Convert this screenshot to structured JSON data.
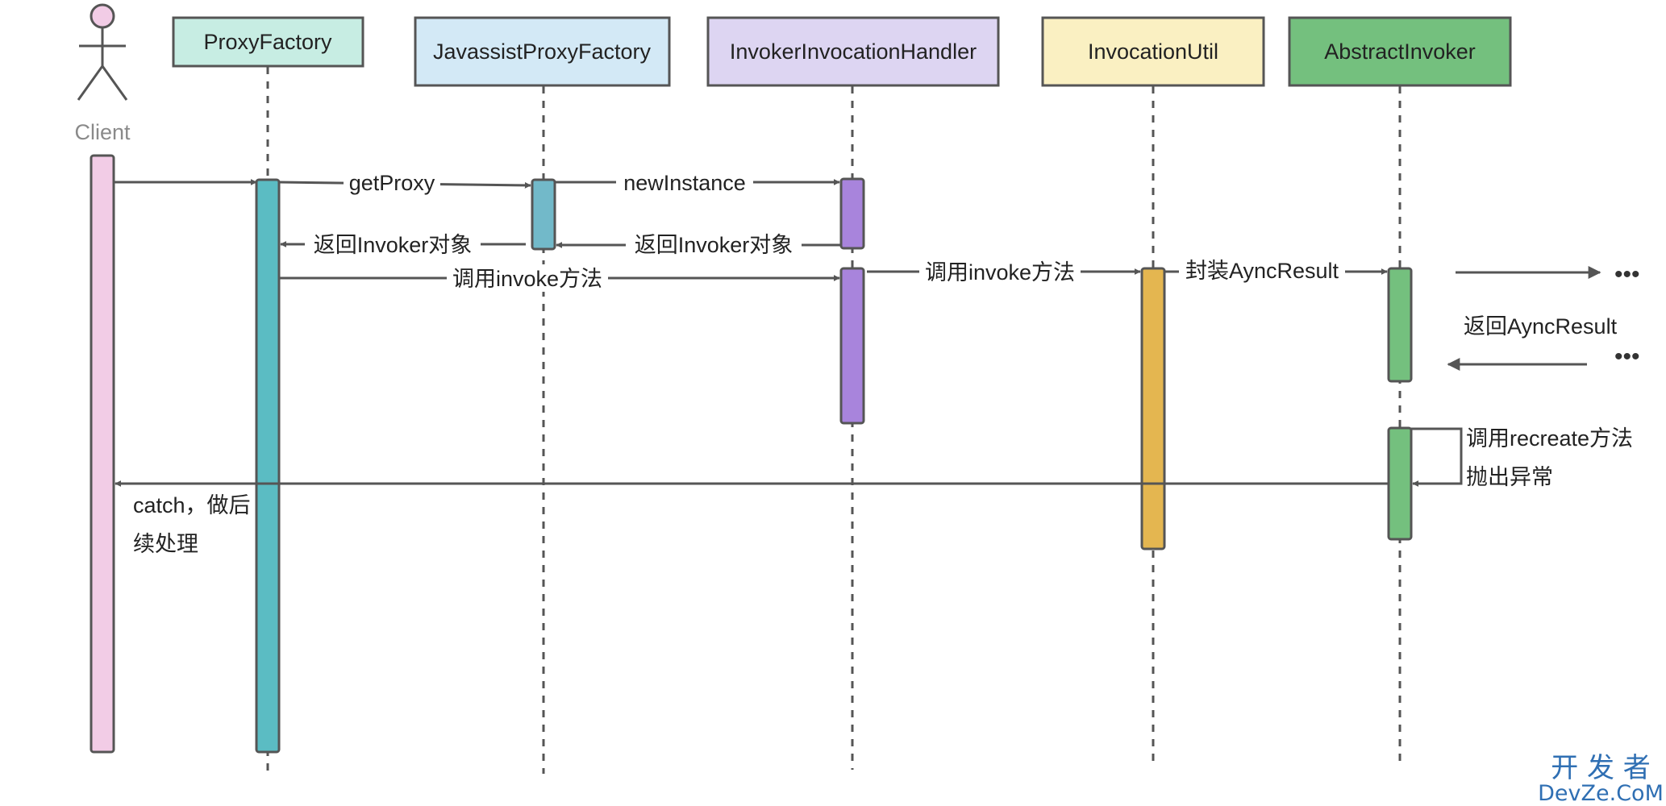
{
  "participants": [
    {
      "id": "client",
      "label": "Client",
      "kind": "actor"
    },
    {
      "id": "proxy_factory",
      "label": "ProxyFactory",
      "fill": "#c7ede3"
    },
    {
      "id": "javassist",
      "label": "JavassistProxyFactory",
      "fill": "#d3e9f6"
    },
    {
      "id": "handler",
      "label": "InvokerInvocationHandler",
      "fill": "#ddd5f2"
    },
    {
      "id": "util",
      "label": "InvocationUtil",
      "fill": "#faf0c2"
    },
    {
      "id": "abstract_invoker",
      "label": "AbstractInvoker",
      "fill": "#74c07e"
    }
  ],
  "activation_colors": {
    "client": "#f2cce6",
    "proxy_factory": "#5bbcc3",
    "javassist": "#72b9c9",
    "handler": "#a884dc",
    "util": "#e4b650",
    "abstract_invoker": "#74c07e"
  },
  "messages": {
    "get_proxy": "getProxy",
    "new_instance": "newInstance",
    "return_invoker_1": "返回Invoker对象",
    "return_invoker_2": "返回Invoker对象",
    "call_invoke_1": "调用invoke方法",
    "call_invoke_2": "调用invoke方法",
    "wrap_async": "封装AyncResult",
    "return_async": "返回AyncResult",
    "call_recreate": "调用recreate方法",
    "throw_exception": "抛出异常",
    "catch_line1": "catch，做后",
    "catch_line2": "续处理",
    "ellipsis_out": "•••",
    "ellipsis_in": "•••"
  },
  "watermark": {
    "line1": "开 发 者",
    "line2": "DevZe.CoM"
  }
}
